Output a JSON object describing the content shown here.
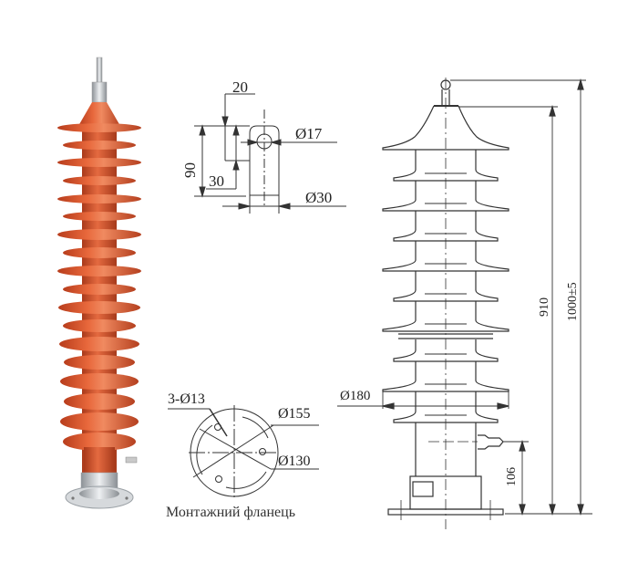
{
  "photo": {
    "name": "surge-arrester-photo",
    "body_color": "#d9542b",
    "flange_color": "#c8ccd0"
  },
  "terminal_detail": {
    "dims": {
      "top_offset": "20",
      "height": "90",
      "hole_offset": "30",
      "hole_diameter": "Ø17",
      "width": "Ø30"
    }
  },
  "flange_detail": {
    "dims": {
      "holes": "3-Ø13",
      "outer_diameter": "Ø155",
      "bolt_circle": "Ø130"
    },
    "caption": "Монтажний фланець"
  },
  "elevation": {
    "dims": {
      "shed_diameter": "Ø180",
      "ground_terminal_height": "106",
      "body_height": "910",
      "total_height": "1000±5"
    }
  },
  "colors": {
    "line": "#333333",
    "text": "#222222"
  }
}
